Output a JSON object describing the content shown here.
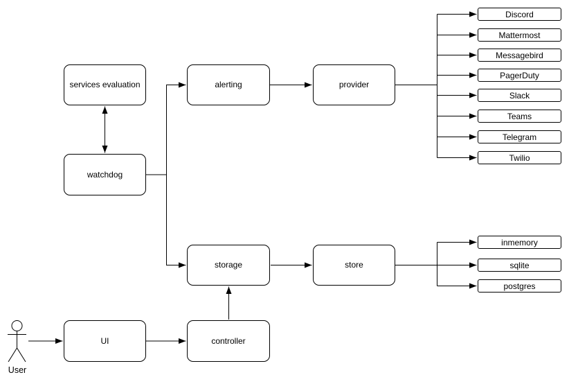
{
  "diagram": {
    "nodes": {
      "services_evaluation": {
        "label": "services evaluation"
      },
      "watchdog": {
        "label": "watchdog"
      },
      "alerting": {
        "label": "alerting"
      },
      "provider": {
        "label": "provider"
      },
      "storage": {
        "label": "storage"
      },
      "store": {
        "label": "store"
      },
      "ui": {
        "label": "UI"
      },
      "controller": {
        "label": "controller"
      }
    },
    "provider_children": [
      "Discord",
      "Mattermost",
      "Messagebird",
      "PagerDuty",
      "Slack",
      "Teams",
      "Telegram",
      "Twilio"
    ],
    "store_children": [
      "inmemory",
      "sqlite",
      "postgres"
    ],
    "actor": {
      "label": "User"
    },
    "edges": [
      {
        "from": "watchdog",
        "to": "services evaluation",
        "type": "bidirectional"
      },
      {
        "from": "watchdog",
        "to": "alerting",
        "type": "arrow"
      },
      {
        "from": "alerting",
        "to": "provider",
        "type": "arrow"
      },
      {
        "from": "provider",
        "to": [
          "Discord",
          "Mattermost",
          "Messagebird",
          "PagerDuty",
          "Slack",
          "Teams",
          "Telegram",
          "Twilio"
        ],
        "type": "fan-out"
      },
      {
        "from": "watchdog",
        "to": "storage",
        "type": "arrow"
      },
      {
        "from": "storage",
        "to": "store",
        "type": "arrow"
      },
      {
        "from": "store",
        "to": [
          "inmemory",
          "sqlite",
          "postgres"
        ],
        "type": "fan-out"
      },
      {
        "from": "User",
        "to": "UI",
        "type": "arrow"
      },
      {
        "from": "UI",
        "to": "controller",
        "type": "arrow"
      },
      {
        "from": "controller",
        "to": "storage",
        "type": "arrow"
      }
    ],
    "colors": {
      "stroke": "#000000",
      "box_fill": "#ffffff",
      "text": "#000000",
      "background": "#ffffff"
    }
  }
}
